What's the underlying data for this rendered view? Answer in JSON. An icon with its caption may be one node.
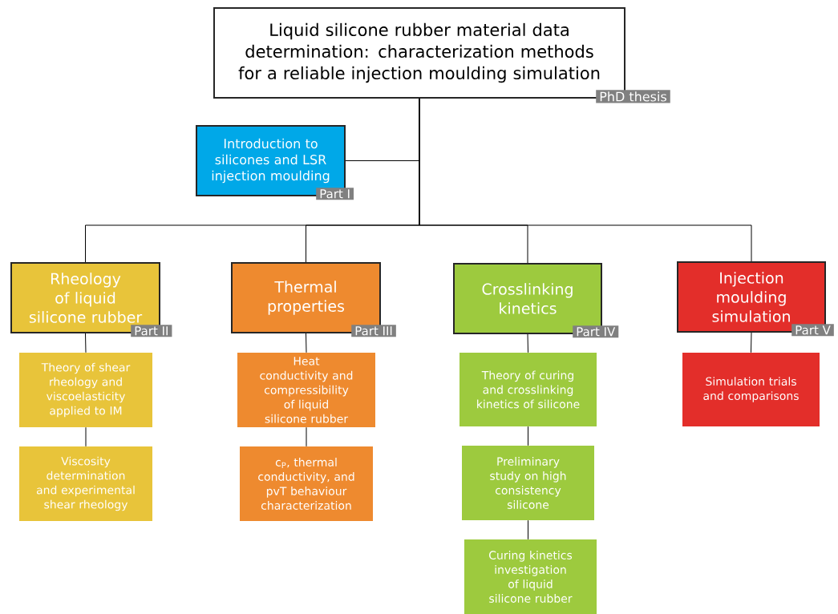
{
  "diagram": {
    "nodes": [
      {
        "text": [
          "Liquid silicone rubber material data determination: characterization methods for a reliable injection moulding simulation",
          "PhD thesis"
        ]
      },
      {
        "text": [
          "Introduction to silicones and LSR injection moulding",
          "Part I"
        ]
      },
      {
        "text": [
          "Rheology of liquid silicone rubber",
          "Part II"
        ]
      },
      {
        "text": [
          "Thermal properties",
          "Part III"
        ]
      },
      {
        "text": [
          "Crosslinking kinetics",
          "Part IV"
        ]
      },
      {
        "text": [
          "Injection moulding simulation",
          "Part V"
        ]
      },
      {
        "text": [
          "Theory of shear rheology and viscoelasticity applied to IM"
        ]
      },
      {
        "text": [
          "Viscosity determination and experimental shear rheology"
        ]
      },
      {
        "text": [
          "Heat conductivity and compressibility of liquid silicone rubber"
        ]
      },
      {
        "text": [
          "c$_{P}$, thermal conductivity, and pvT behaviour characterization"
        ]
      },
      {
        "text": [
          "Theory of curing and crosslinking kinetics of silicone"
        ]
      },
      {
        "text": [
          "Preliminary study on high consistency silicone"
        ]
      },
      {
        "text": [
          "Curing kinetics investigation of liquid silicone rubber"
        ]
      },
      {
        "text": [
          "Simulation trials and comparisons"
        ]
      }
    ],
    "edges": [
      {
        "from": 0,
        "to": 1,
        "arrow": "none"
      },
      {
        "from": 0,
        "to": 2,
        "arrow": "none"
      },
      {
        "from": 0,
        "to": 3,
        "arrow": "none"
      },
      {
        "from": 0,
        "to": 4,
        "arrow": "none"
      },
      {
        "from": 0,
        "to": 5,
        "arrow": "none"
      },
      {
        "from": 2,
        "to": 6,
        "arrow": "none"
      },
      {
        "from": 6,
        "to": 7,
        "arrow": "none"
      },
      {
        "from": 3,
        "to": 8,
        "arrow": "none"
      },
      {
        "from": 8,
        "to": 9,
        "arrow": "none"
      },
      {
        "from": 4,
        "to": 10,
        "arrow": "none"
      },
      {
        "from": 10,
        "to": 11,
        "arrow": "none"
      },
      {
        "from": 11,
        "to": 12,
        "arrow": "none"
      },
      {
        "from": 5,
        "to": 13,
        "arrow": "none"
      }
    ]
  }
}
